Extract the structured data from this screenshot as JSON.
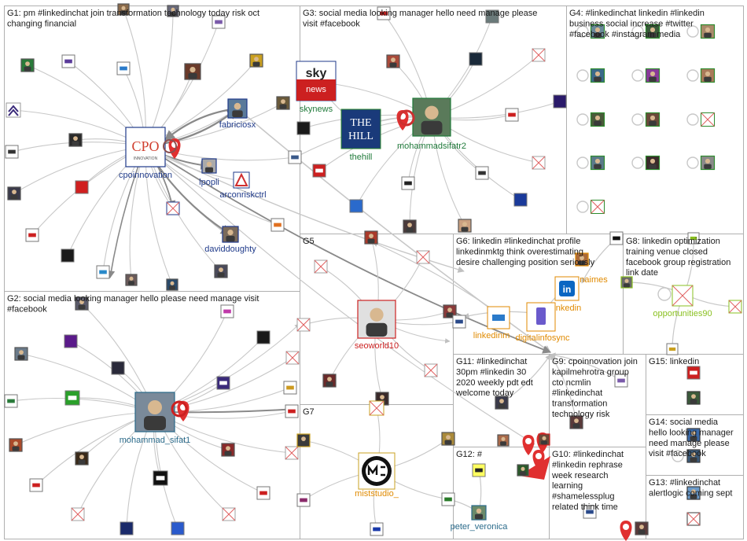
{
  "groups": [
    {
      "id": "G1",
      "lines": [
        "G1: pm #linkedinchat join transformation technology today risk oct",
        "changing financial"
      ]
    },
    {
      "id": "G2",
      "lines": [
        "G2: social media looking manager hello please need manage visit",
        "#facebook"
      ]
    },
    {
      "id": "G3",
      "lines": [
        "G3: social media looking manager hello need manage please",
        "visit #facebook"
      ]
    },
    {
      "id": "G4",
      "lines": [
        "G4: #linkedinchat linkedin #linkedin",
        "business social increase #twitter",
        "#facebook #instagram media"
      ]
    },
    {
      "id": "G5",
      "lines": [
        "G5"
      ]
    },
    {
      "id": "G6",
      "lines": [
        "G6: linkedin #linkedinchat profile",
        "linkedinmktg think overestimating",
        "desire challenging position seriously"
      ]
    },
    {
      "id": "G7",
      "lines": [
        "G7"
      ]
    },
    {
      "id": "G8",
      "lines": [
        "G8: linkedin optimization",
        "training venue closed",
        "facebook group registration",
        "link date"
      ]
    },
    {
      "id": "G9",
      "lines": [
        "G9: cpoinnovation join",
        "kapilmehrotra group",
        "cto ncmlin",
        "#linkedinchat",
        "transformation",
        "technology risk"
      ]
    },
    {
      "id": "G10",
      "lines": [
        "G10: #linkedinchat",
        "#linkedin rephrase",
        "week research",
        "learning",
        "#shamelessplug",
        "related think time"
      ]
    },
    {
      "id": "G11",
      "lines": [
        "G11: #linkedinchat",
        "30pm #linkedin 30",
        "2020 weekly pdt edt",
        "welcome today"
      ]
    },
    {
      "id": "G12",
      "lines": [
        "G12: #"
      ]
    },
    {
      "id": "G13",
      "lines": [
        "G13: #linkedinchat",
        "alertlogic coming sept"
      ]
    },
    {
      "id": "G14",
      "lines": [
        "G14: social media",
        "hello looking manager",
        "need manage please",
        "visit #facebook"
      ]
    },
    {
      "id": "G15",
      "lines": [
        "G15: linkedin"
      ]
    }
  ],
  "hubs": {
    "cpoinnovation": {
      "label": "cpoinnovation",
      "logo": "CPO",
      "sub": "INNOVATION"
    },
    "fabriciosx": {
      "label": "fabriciosx"
    },
    "lpopli": {
      "label": "lpopli"
    },
    "arconriskctrl": {
      "label": "arconriskctrl"
    },
    "daviddoughty": {
      "label": "daviddoughty"
    },
    "mohammad_sifat1": {
      "label": "mohammad_sifat1"
    },
    "skynews": {
      "label": "skynews",
      "logo_top": "sky",
      "logo_bottom": "news"
    },
    "thehill": {
      "label": "thehill",
      "logo_top": "THE",
      "logo_bottom": "HILL"
    },
    "mohammadsifatr2": {
      "label": "mohammadsifatr2"
    },
    "seoworld10": {
      "label": "seoworld10"
    },
    "miststudio_": {
      "label": "miststudio_"
    },
    "peter_veronica": {
      "label": "peter_veronica"
    },
    "linkedinm": {
      "label": "linkedinm"
    },
    "digitalinfosync": {
      "label": "digitalinfosync"
    },
    "naimes": {
      "label": "naimes"
    },
    "nkedin": {
      "label": "nkedin",
      "logo": "in"
    },
    "opportunities90": {
      "label": "opportunities90"
    }
  },
  "colors": {
    "edge": "#c8c8c8",
    "hub_edge": "#8a8a8a",
    "box_border": "#b0b0b0",
    "label_blue": "#1f3a8a",
    "label_green": "#2e8b2e",
    "label_red": "#cc2222",
    "label_orange": "#e08a00",
    "label_teal": "#2a6a8a",
    "label_yellowgreen": "#8ac020",
    "label_darkgreen": "#1f7a3a"
  }
}
